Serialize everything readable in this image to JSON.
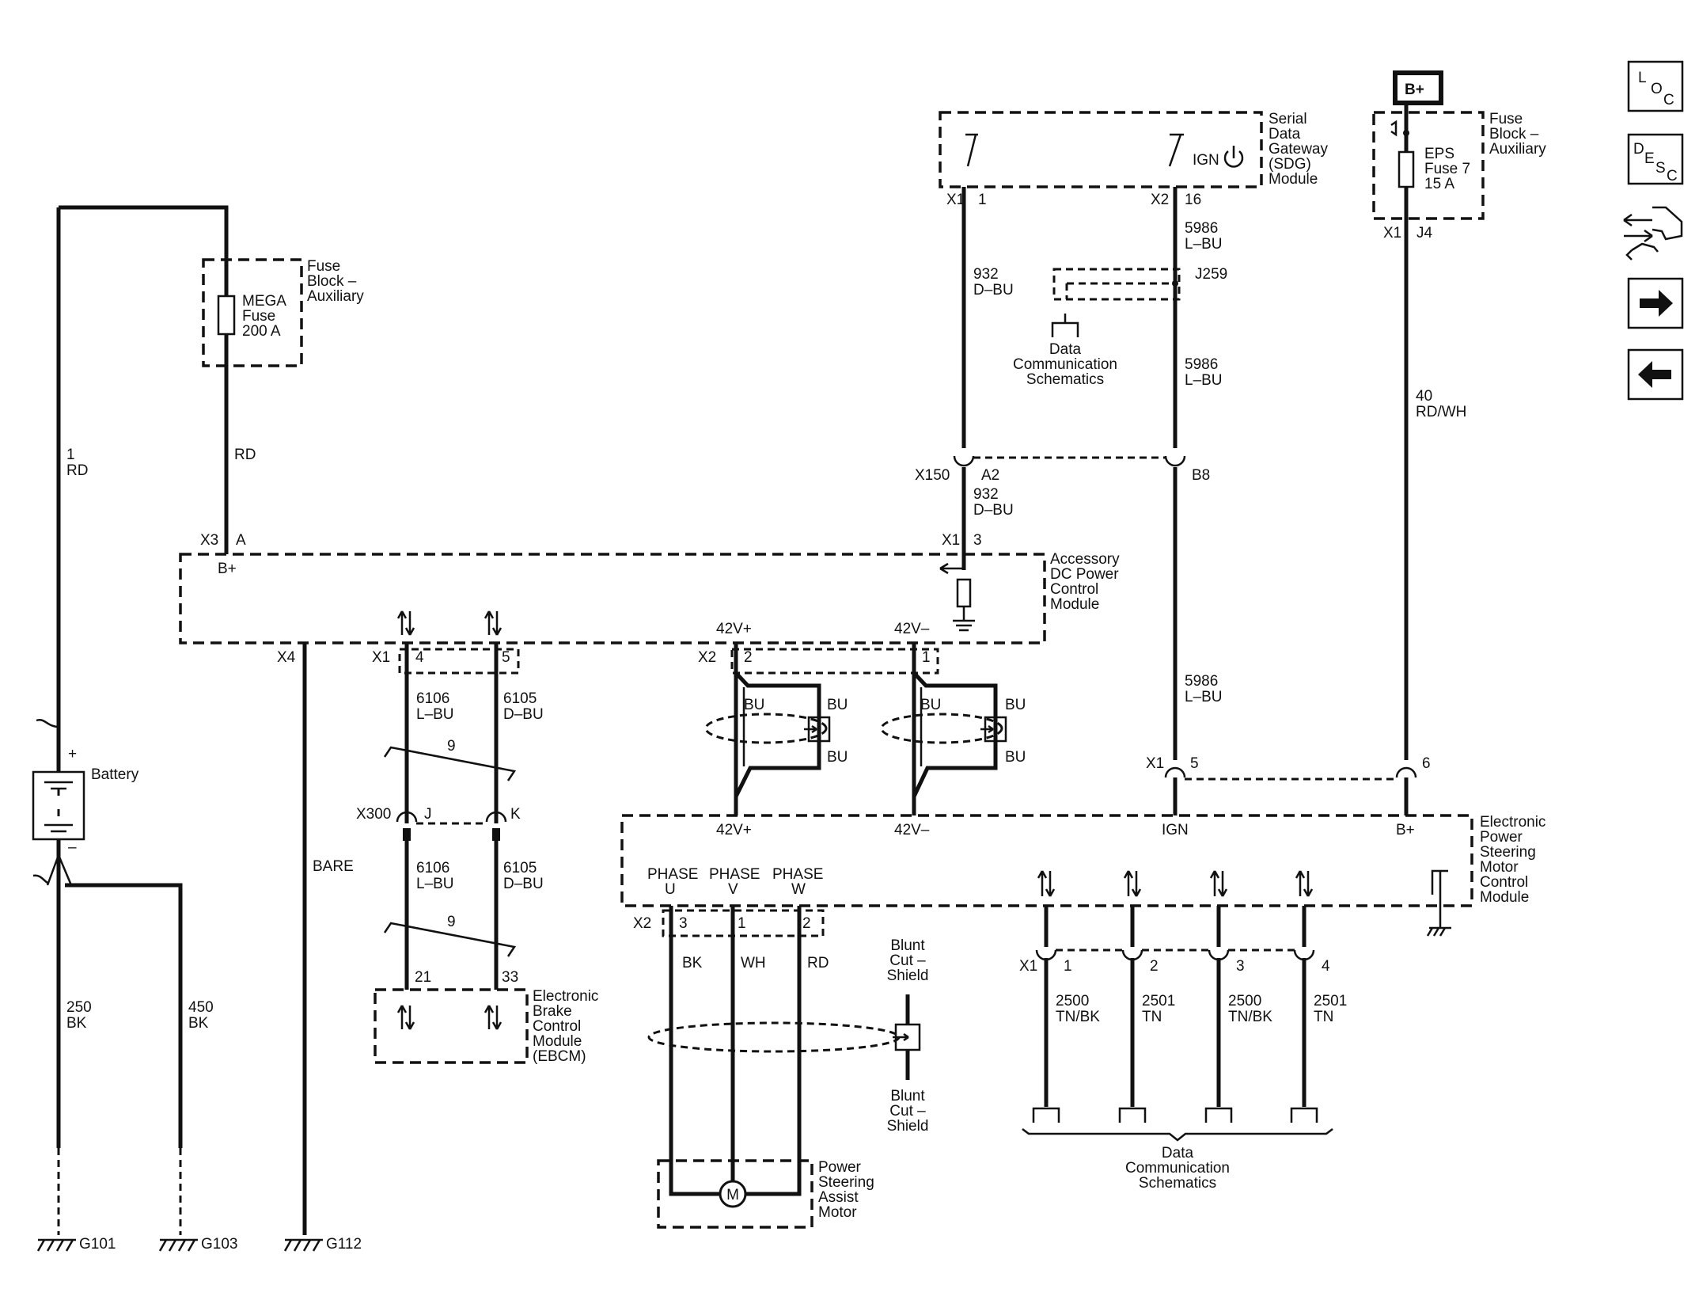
{
  "nav": {
    "loc_letters": [
      "L",
      "O",
      "C"
    ],
    "desc_letters": [
      "D",
      "E",
      "S",
      "C"
    ],
    "connector_icon": "connector-icon",
    "next_icon": "arrow-right-icon",
    "prev_icon": "arrow-left-icon"
  },
  "bplus_source": "B+",
  "sdg": {
    "title": [
      "Serial",
      "Data",
      "Gateway",
      "(SDG)",
      "Module"
    ],
    "ign": "IGN",
    "x1": "X1",
    "p1": "1",
    "x2": "X2",
    "p16": "16"
  },
  "fuse_aux_right": {
    "title": [
      "Fuse",
      "Block –",
      "Auxiliary"
    ],
    "fuse": [
      "EPS",
      "Fuse 7",
      "15 A"
    ],
    "x1": "X1",
    "j4": "J4"
  },
  "fuse_aux_left": {
    "title": [
      "Fuse",
      "Block –",
      "Auxiliary"
    ],
    "fuse": [
      "MEGA",
      "Fuse",
      "200 A"
    ]
  },
  "wires": {
    "w1": [
      "1",
      "RD"
    ],
    "rd": "RD",
    "w932a": [
      "932",
      "D–BU"
    ],
    "w932b": [
      "932",
      "D–BU"
    ],
    "w5986a": [
      "5986",
      "L–BU"
    ],
    "w5986b": [
      "5986",
      "L–BU"
    ],
    "w5986c": [
      "5986",
      "L–BU"
    ],
    "w40": [
      "40",
      "RD/WH"
    ],
    "w6106a": [
      "6106",
      "L–BU"
    ],
    "w6105a": [
      "6105",
      "D–BU"
    ],
    "w6106b": [
      "6106",
      "L–BU"
    ],
    "w6105b": [
      "6105",
      "D–BU"
    ],
    "w250": [
      "250",
      "BK"
    ],
    "w450": [
      "450",
      "BK"
    ],
    "bare": "BARE",
    "bk": "BK",
    "wh": "WH",
    "rd2": "RD",
    "w2500a": [
      "2500",
      "TN/BK"
    ],
    "w2501a": [
      "2501",
      "TN"
    ],
    "w2500b": [
      "2500",
      "TN/BK"
    ],
    "w2501b": [
      "2501",
      "TN"
    ],
    "bu": "BU",
    "twist": "9"
  },
  "splice": "J259",
  "data_comm_top": [
    "Data",
    "Communication",
    "Schematics"
  ],
  "data_comm_bottom": [
    "Data",
    "Communication",
    "Schematics"
  ],
  "x150": {
    "name": "X150",
    "a2": "A2",
    "b8": "B8"
  },
  "acc_dc": {
    "title": [
      "Accessory",
      "DC Power",
      "Control",
      "Module"
    ],
    "x3": "X3",
    "a": "A",
    "bplus": "B+",
    "x1": "X1",
    "p3": "3",
    "x4": "X4",
    "x1b": "X1",
    "p4": "4",
    "p5": "5",
    "x2": "X2",
    "p2": "2",
    "p1": "1",
    "v42p": "42V+",
    "v42m": "42V–"
  },
  "battery": {
    "title": "Battery",
    "plus": "+",
    "minus": "–"
  },
  "x300": {
    "name": "X300",
    "j": "J",
    "k": "K"
  },
  "ebcm": {
    "title": [
      "Electronic",
      "Brake",
      "Control",
      "Module",
      "(EBCM)"
    ],
    "p21": "21",
    "p33": "33"
  },
  "eps": {
    "title": [
      "Electronic",
      "Power",
      "Steering",
      "Motor",
      "Control",
      "Module"
    ],
    "v42p": "42V+",
    "v42m": "42V–",
    "ign": "IGN",
    "bplus": "B+",
    "x1": "X1",
    "p5": "5",
    "p6": "6",
    "phases": [
      [
        "PHASE",
        "U"
      ],
      [
        "PHASE",
        "V"
      ],
      [
        "PHASE",
        "W"
      ]
    ],
    "x2": "X2",
    "p3": "3",
    "p1": "1",
    "p2": "2",
    "x1b": "X1",
    "c1": "1",
    "c2": "2",
    "c3": "3",
    "c4": "4"
  },
  "blunt_cut": [
    "Blunt",
    "Cut –",
    "Shield"
  ],
  "motor": {
    "symbol": "M",
    "title": [
      "Power",
      "Steering",
      "Assist",
      "Motor"
    ]
  },
  "grounds": [
    "G101",
    "G103",
    "G112"
  ]
}
